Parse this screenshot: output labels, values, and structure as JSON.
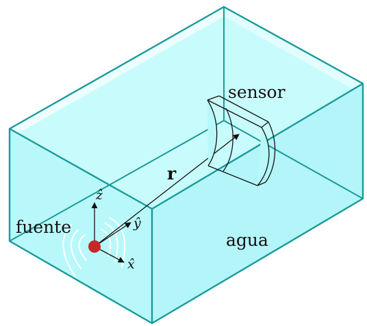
{
  "labels": {
    "sensor": "sensor",
    "r": "r",
    "source": "fuente",
    "water": "agua",
    "axis_x": "x̂",
    "axis_y": "ŷ",
    "axis_z": "ẑ"
  },
  "colors": {
    "water_fill": "#b9f8fa",
    "water_fill_top": "#c8fbfc",
    "tank_edge": "#1a9a9a",
    "source_dot": "#c62828",
    "waves": "#ffffff",
    "ink": "#111111"
  },
  "icons": {
    "source": "source-dot-icon",
    "sensor": "curved-sensor-icon"
  }
}
